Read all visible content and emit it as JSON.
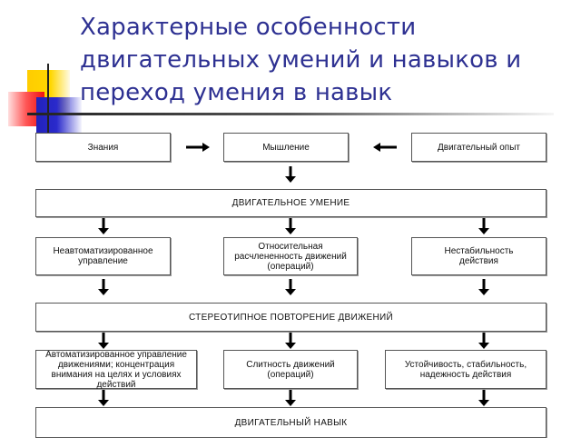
{
  "title": {
    "lines": [
      "Характерные особенности",
      "двигательных умений и навыков и",
      "переход умения в навык"
    ]
  },
  "diagram": {
    "row1": {
      "left": "Знания",
      "center": "Мышление",
      "right": "Двигательный опыт"
    },
    "stage1": "ДВИГАТЕЛЬНОЕ УМЕНИЕ",
    "row3": {
      "left": "Неавтоматизированное управление",
      "center": "Относительная расчлененность движений (операций)",
      "right": "Нестабильность действия"
    },
    "stage2": "СТЕРЕОТИПНОЕ ПОВТОРЕНИЕ ДВИЖЕНИЙ",
    "row5": {
      "left": "Автоматизированное управление движениями; концентрация внимания на целях и условиях действий",
      "center": "Слитность движений (операций)",
      "right": "Устойчивость, стабильность, надежность действия"
    },
    "stage3": "ДВИГАТЕЛЬНЫЙ НАВЫК"
  },
  "colors": {
    "title": "#2e3192",
    "box_border": "#555555",
    "arrow": "#000000"
  }
}
